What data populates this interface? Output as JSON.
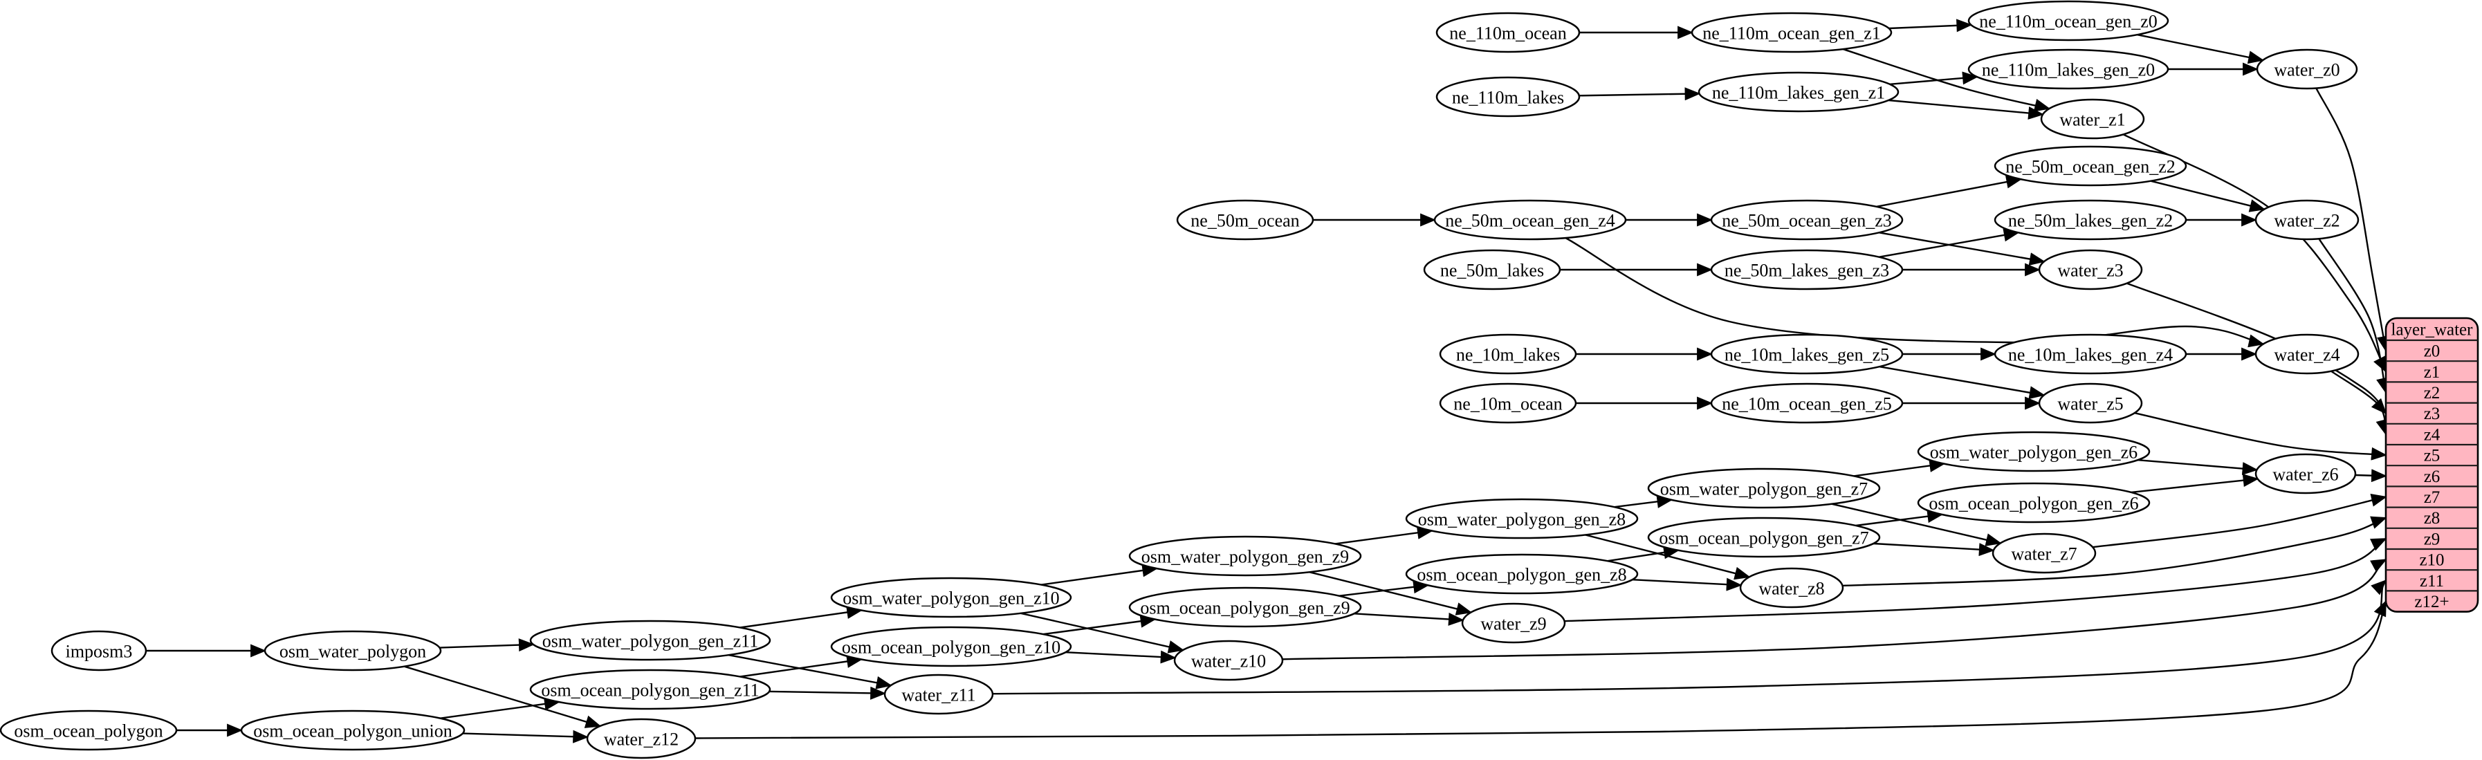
{
  "diagram": {
    "background": "#ffffff",
    "node_fill": "#ffffff",
    "node_stroke": "#000000",
    "edge_color": "#000000",
    "nodes": [
      {
        "id": "imposm3",
        "label": "imposm3"
      },
      {
        "id": "osm_water_polygon",
        "label": "osm_water_polygon"
      },
      {
        "id": "osm_ocean_polygon",
        "label": "osm_ocean_polygon"
      },
      {
        "id": "osm_ocean_polygon_union",
        "label": "osm_ocean_polygon_union"
      },
      {
        "id": "osm_water_polygon_gen_z11",
        "label": "osm_water_polygon_gen_z11"
      },
      {
        "id": "osm_ocean_polygon_gen_z11",
        "label": "osm_ocean_polygon_gen_z11"
      },
      {
        "id": "water_z11",
        "label": "water_z11"
      },
      {
        "id": "water_z12",
        "label": "water_z12"
      },
      {
        "id": "osm_water_polygon_gen_z10",
        "label": "osm_water_polygon_gen_z10"
      },
      {
        "id": "osm_ocean_polygon_gen_z10",
        "label": "osm_ocean_polygon_gen_z10"
      },
      {
        "id": "water_z10",
        "label": "water_z10"
      },
      {
        "id": "osm_water_polygon_gen_z9",
        "label": "osm_water_polygon_gen_z9"
      },
      {
        "id": "osm_ocean_polygon_gen_z9",
        "label": "osm_ocean_polygon_gen_z9"
      },
      {
        "id": "water_z9",
        "label": "water_z9"
      },
      {
        "id": "osm_water_polygon_gen_z8",
        "label": "osm_water_polygon_gen_z8"
      },
      {
        "id": "osm_ocean_polygon_gen_z8",
        "label": "osm_ocean_polygon_gen_z8"
      },
      {
        "id": "water_z8",
        "label": "water_z8"
      },
      {
        "id": "osm_water_polygon_gen_z7",
        "label": "osm_water_polygon_gen_z7"
      },
      {
        "id": "osm_ocean_polygon_gen_z7",
        "label": "osm_ocean_polygon_gen_z7"
      },
      {
        "id": "water_z7",
        "label": "water_z7"
      },
      {
        "id": "osm_water_polygon_gen_z6",
        "label": "osm_water_polygon_gen_z6"
      },
      {
        "id": "osm_ocean_polygon_gen_z6",
        "label": "osm_ocean_polygon_gen_z6"
      },
      {
        "id": "water_z6",
        "label": "water_z6"
      },
      {
        "id": "ne_10m_lakes",
        "label": "ne_10m_lakes"
      },
      {
        "id": "ne_10m_ocean",
        "label": "ne_10m_ocean"
      },
      {
        "id": "ne_10m_lakes_gen_z5",
        "label": "ne_10m_lakes_gen_z5"
      },
      {
        "id": "ne_10m_ocean_gen_z5",
        "label": "ne_10m_ocean_gen_z5"
      },
      {
        "id": "ne_10m_lakes_gen_z4",
        "label": "ne_10m_lakes_gen_z4"
      },
      {
        "id": "water_z5",
        "label": "water_z5"
      },
      {
        "id": "water_z4",
        "label": "water_z4"
      },
      {
        "id": "ne_50m_ocean",
        "label": "ne_50m_ocean"
      },
      {
        "id": "ne_50m_lakes",
        "label": "ne_50m_lakes"
      },
      {
        "id": "ne_50m_ocean_gen_z4",
        "label": "ne_50m_ocean_gen_z4"
      },
      {
        "id": "ne_50m_ocean_gen_z3",
        "label": "ne_50m_ocean_gen_z3"
      },
      {
        "id": "ne_50m_lakes_gen_z3",
        "label": "ne_50m_lakes_gen_z3"
      },
      {
        "id": "ne_50m_ocean_gen_z2",
        "label": "ne_50m_ocean_gen_z2"
      },
      {
        "id": "ne_50m_lakes_gen_z2",
        "label": "ne_50m_lakes_gen_z2"
      },
      {
        "id": "water_z3",
        "label": "water_z3"
      },
      {
        "id": "water_z2",
        "label": "water_z2"
      },
      {
        "id": "ne_110m_ocean",
        "label": "ne_110m_ocean"
      },
      {
        "id": "ne_110m_lakes",
        "label": "ne_110m_lakes"
      },
      {
        "id": "ne_110m_ocean_gen_z1",
        "label": "ne_110m_ocean_gen_z1"
      },
      {
        "id": "ne_110m_lakes_gen_z1",
        "label": "ne_110m_lakes_gen_z1"
      },
      {
        "id": "ne_110m_ocean_gen_z0",
        "label": "ne_110m_ocean_gen_z0"
      },
      {
        "id": "ne_110m_lakes_gen_z0",
        "label": "ne_110m_lakes_gen_z0"
      },
      {
        "id": "water_z1",
        "label": "water_z1"
      },
      {
        "id": "water_z0",
        "label": "water_z0"
      }
    ],
    "edges": [
      {
        "from": "imposm3",
        "to": "osm_water_polygon"
      },
      {
        "from": "osm_water_polygon",
        "to": "osm_water_polygon_gen_z11"
      },
      {
        "from": "osm_water_polygon",
        "to": "water_z12"
      },
      {
        "from": "osm_ocean_polygon",
        "to": "osm_ocean_polygon_union"
      },
      {
        "from": "osm_ocean_polygon_union",
        "to": "osm_ocean_polygon_gen_z11"
      },
      {
        "from": "osm_ocean_polygon_union",
        "to": "water_z12"
      },
      {
        "from": "osm_water_polygon_gen_z11",
        "to": "osm_water_polygon_gen_z10"
      },
      {
        "from": "osm_water_polygon_gen_z11",
        "to": "water_z11"
      },
      {
        "from": "osm_ocean_polygon_gen_z11",
        "to": "osm_ocean_polygon_gen_z10"
      },
      {
        "from": "osm_ocean_polygon_gen_z11",
        "to": "water_z11"
      },
      {
        "from": "water_z11",
        "to": "layer_water:z11"
      },
      {
        "from": "water_z12",
        "to": "layer_water:z12+"
      },
      {
        "from": "osm_water_polygon_gen_z10",
        "to": "osm_water_polygon_gen_z9"
      },
      {
        "from": "osm_water_polygon_gen_z10",
        "to": "water_z10"
      },
      {
        "from": "osm_ocean_polygon_gen_z10",
        "to": "osm_ocean_polygon_gen_z9"
      },
      {
        "from": "osm_ocean_polygon_gen_z10",
        "to": "water_z10"
      },
      {
        "from": "water_z10",
        "to": "layer_water:z10"
      },
      {
        "from": "osm_water_polygon_gen_z9",
        "to": "osm_water_polygon_gen_z8"
      },
      {
        "from": "osm_water_polygon_gen_z9",
        "to": "water_z9"
      },
      {
        "from": "osm_ocean_polygon_gen_z9",
        "to": "osm_ocean_polygon_gen_z8"
      },
      {
        "from": "osm_ocean_polygon_gen_z9",
        "to": "water_z9"
      },
      {
        "from": "water_z9",
        "to": "layer_water:z9"
      },
      {
        "from": "osm_water_polygon_gen_z8",
        "to": "osm_water_polygon_gen_z7"
      },
      {
        "from": "osm_water_polygon_gen_z8",
        "to": "water_z8"
      },
      {
        "from": "osm_ocean_polygon_gen_z8",
        "to": "osm_ocean_polygon_gen_z7"
      },
      {
        "from": "osm_ocean_polygon_gen_z8",
        "to": "water_z8"
      },
      {
        "from": "water_z8",
        "to": "layer_water:z8"
      },
      {
        "from": "osm_water_polygon_gen_z7",
        "to": "osm_water_polygon_gen_z6"
      },
      {
        "from": "osm_water_polygon_gen_z7",
        "to": "water_z7"
      },
      {
        "from": "osm_ocean_polygon_gen_z7",
        "to": "osm_ocean_polygon_gen_z6"
      },
      {
        "from": "osm_ocean_polygon_gen_z7",
        "to": "water_z7"
      },
      {
        "from": "water_z7",
        "to": "layer_water:z7"
      },
      {
        "from": "osm_water_polygon_gen_z6",
        "to": "water_z6"
      },
      {
        "from": "osm_ocean_polygon_gen_z6",
        "to": "water_z6"
      },
      {
        "from": "water_z6",
        "to": "layer_water:z6"
      },
      {
        "from": "ne_10m_lakes",
        "to": "ne_10m_lakes_gen_z5"
      },
      {
        "from": "ne_10m_lakes_gen_z5",
        "to": "ne_10m_lakes_gen_z4"
      },
      {
        "from": "ne_10m_lakes_gen_z5",
        "to": "water_z5"
      },
      {
        "from": "ne_10m_lakes_gen_z4",
        "to": "water_z4"
      },
      {
        "from": "ne_10m_ocean",
        "to": "ne_10m_ocean_gen_z5"
      },
      {
        "from": "ne_10m_ocean_gen_z5",
        "to": "water_z5"
      },
      {
        "from": "water_z5",
        "to": "layer_water:z5"
      },
      {
        "from": "water_z4",
        "to": "layer_water:z4"
      },
      {
        "from": "ne_50m_ocean",
        "to": "ne_50m_ocean_gen_z4"
      },
      {
        "from": "ne_50m_ocean_gen_z4",
        "to": "ne_50m_ocean_gen_z3"
      },
      {
        "from": "ne_50m_ocean_gen_z4",
        "to": "water_z4"
      },
      {
        "from": "ne_50m_ocean_gen_z3",
        "to": "ne_50m_ocean_gen_z2"
      },
      {
        "from": "ne_50m_ocean_gen_z3",
        "to": "water_z3"
      },
      {
        "from": "ne_50m_ocean_gen_z2",
        "to": "water_z2"
      },
      {
        "from": "ne_50m_lakes",
        "to": "ne_50m_lakes_gen_z3"
      },
      {
        "from": "ne_50m_lakes_gen_z3",
        "to": "ne_50m_lakes_gen_z2"
      },
      {
        "from": "ne_50m_lakes_gen_z3",
        "to": "water_z3"
      },
      {
        "from": "ne_50m_lakes_gen_z2",
        "to": "water_z2"
      },
      {
        "from": "water_z3",
        "to": "layer_water:z3"
      },
      {
        "from": "water_z2",
        "to": "layer_water:z2"
      },
      {
        "from": "ne_110m_ocean",
        "to": "ne_110m_ocean_gen_z1"
      },
      {
        "from": "ne_110m_ocean_gen_z1",
        "to": "ne_110m_ocean_gen_z0"
      },
      {
        "from": "ne_110m_ocean_gen_z1",
        "to": "water_z1"
      },
      {
        "from": "ne_110m_ocean_gen_z0",
        "to": "water_z0"
      },
      {
        "from": "ne_110m_lakes",
        "to": "ne_110m_lakes_gen_z1"
      },
      {
        "from": "ne_110m_lakes_gen_z1",
        "to": "ne_110m_lakes_gen_z0"
      },
      {
        "from": "ne_110m_lakes_gen_z1",
        "to": "water_z1"
      },
      {
        "from": "ne_110m_lakes_gen_z0",
        "to": "water_z0"
      },
      {
        "from": "water_z1",
        "to": "layer_water:z1"
      },
      {
        "from": "water_z0",
        "to": "layer_water:z0"
      }
    ],
    "table": {
      "id": "layer_water",
      "title": "layer_water",
      "rows": [
        "z0",
        "z1",
        "z2",
        "z3",
        "z4",
        "z5",
        "z6",
        "z7",
        "z8",
        "z9",
        "z10",
        "z11",
        "z12+"
      ],
      "fill": "#ffb6c1",
      "stroke": "#000000"
    }
  }
}
